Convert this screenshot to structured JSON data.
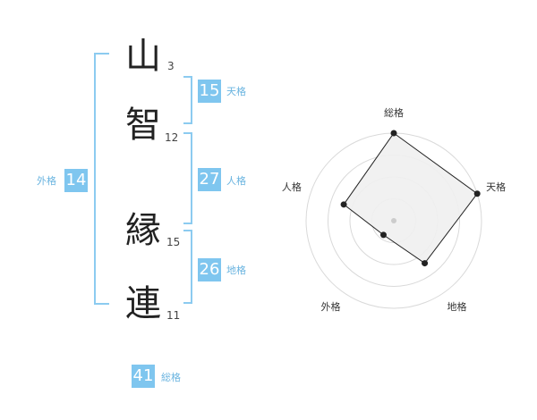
{
  "name": {
    "chars": [
      {
        "char": "山",
        "strokes": "3"
      },
      {
        "char": "智",
        "strokes": "12"
      },
      {
        "char": "縁",
        "strokes": "15"
      },
      {
        "char": "連",
        "strokes": "11"
      }
    ]
  },
  "kakusu": {
    "tenkaku": {
      "value": "15",
      "label": "天格"
    },
    "jinkaku": {
      "value": "27",
      "label": "人格"
    },
    "chikaku": {
      "value": "26",
      "label": "地格"
    },
    "gaikaku": {
      "value": "14",
      "label": "外格"
    },
    "soukaku": {
      "value": "41",
      "label": "総格"
    }
  },
  "colors": {
    "accent": "#7fc6ef",
    "bracket": "#8ccbf0",
    "radar_fill": "#f0f0f0",
    "ring": "#d9d9d9"
  },
  "chart_data": {
    "type": "radar",
    "axes": [
      "総格",
      "天格",
      "地格",
      "外格",
      "人格"
    ],
    "values": [
      5,
      5,
      3,
      1,
      3
    ],
    "range": [
      0,
      5
    ],
    "rings": 4
  }
}
